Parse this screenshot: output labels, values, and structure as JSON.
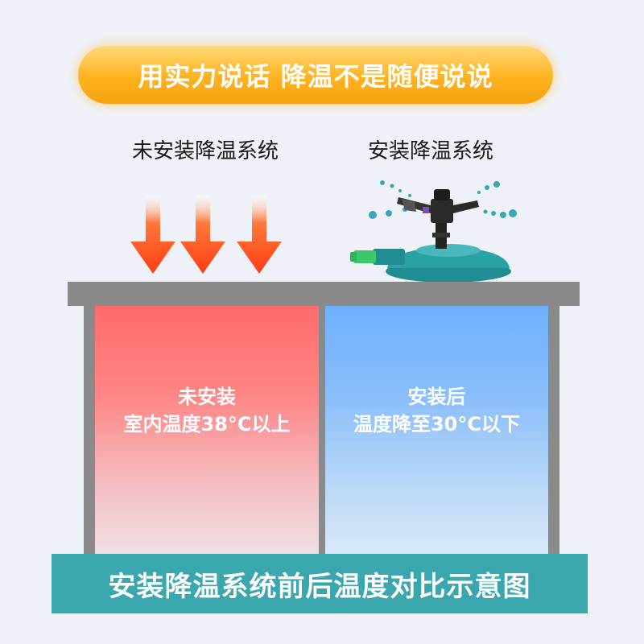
{
  "headline": "用实力说话 降温不是随便说说",
  "captions": {
    "without": "未安装降温系统",
    "with": "安装降温系统"
  },
  "panels": {
    "hot": {
      "title": "未安装",
      "desc": "室内温度38°C以上"
    },
    "cool": {
      "title": "安装后",
      "desc": "温度降至30°C以下"
    }
  },
  "footer": "安装降温系统前后温度对比示意图",
  "icons": {
    "heat_arrows": "down-arrow-icon",
    "sprinkler": "sprinkler-icon"
  },
  "colors": {
    "headline_orange": "#ffb21f",
    "arrow_orange": "#ff4d1c",
    "hot_red": "#ff6b6b",
    "cool_blue": "#6fb1ff",
    "footer_teal": "#3aa7ae",
    "sprinkler_teal": "#1f8d92"
  }
}
